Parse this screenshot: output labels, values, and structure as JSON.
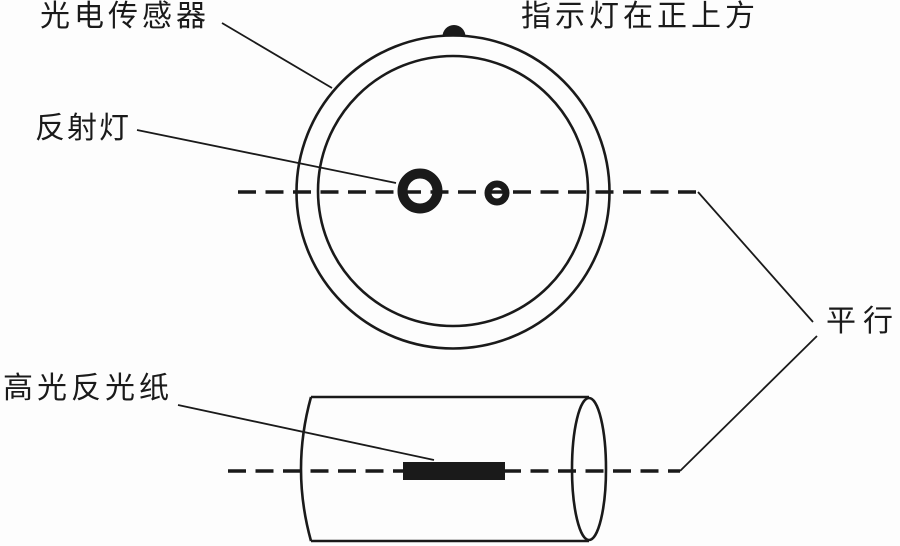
{
  "figure": {
    "colors": {
      "line": "#1a1a1a",
      "background": "#fdfdfd"
    },
    "labels": {
      "photo_sensor": "光电传感器",
      "indicator_note": "指示灯在正上方",
      "reflector_lamp": "反射灯",
      "reflective_paper": "高光反光纸",
      "parallel": "平行"
    }
  }
}
